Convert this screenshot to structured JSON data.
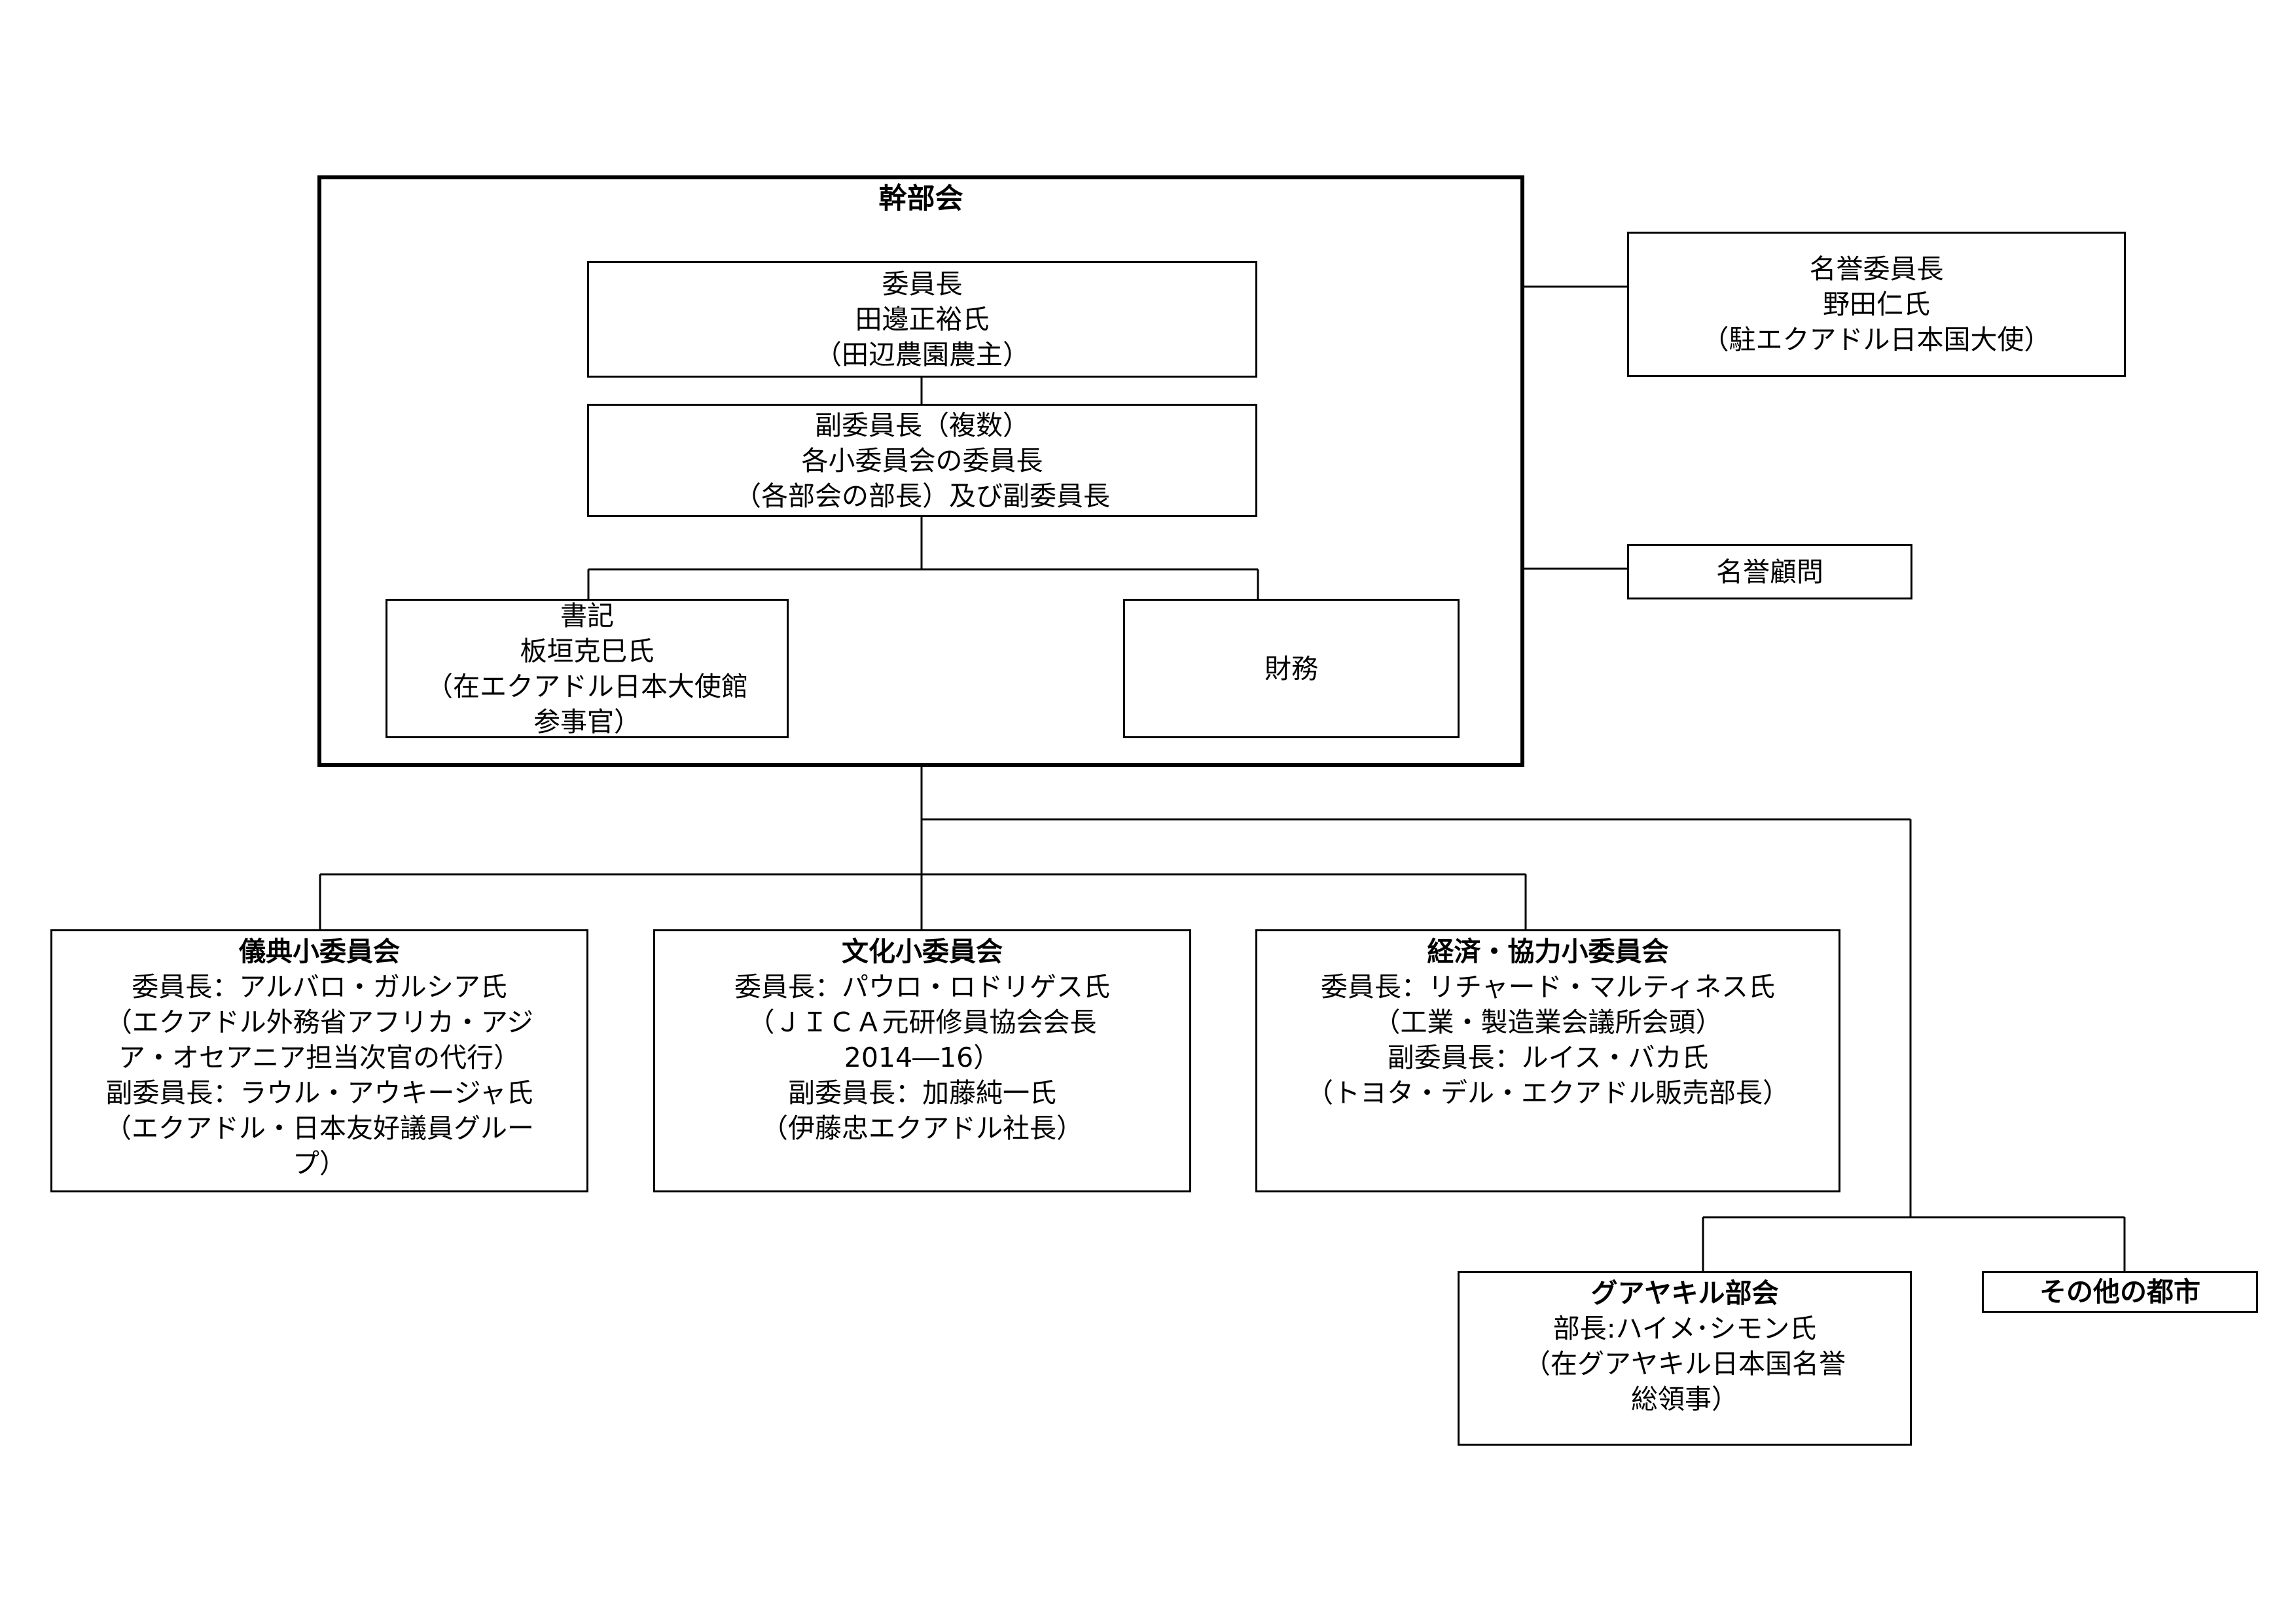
{
  "board": {
    "title": "幹部会"
  },
  "chair": {
    "lines": [
      "委員長",
      "田邊正裕氏",
      "（田辺農園農主）"
    ]
  },
  "vice_chairs": {
    "lines": [
      "副委員長（複数）",
      "各小委員会の委員長",
      "（各部会の部長）及び副委員長"
    ]
  },
  "secretary": {
    "lines": [
      "書記",
      "板垣克巳氏",
      "（在エクアドル日本大使館",
      "参事官）"
    ]
  },
  "treasury": {
    "lines": [
      "財務"
    ]
  },
  "honorary_chair": {
    "lines": [
      "名誉委員長",
      "野田仁氏",
      "（駐エクアドル日本国大使）"
    ]
  },
  "honorary_advisor": {
    "lines": [
      "名誉顧問"
    ]
  },
  "protocol": {
    "title": "儀典小委員会",
    "lines": [
      "委員長：アルバロ・ガルシア氏",
      "（エクアドル外務省アフリカ・アジ",
      "ア・オセアニア担当次官の代行）",
      "副委員長：ラウル・アウキージャ氏",
      "（エクアドル・日本友好議員グルー",
      "プ）"
    ]
  },
  "culture": {
    "title": "文化小委員会",
    "lines": [
      "委員長：パウロ・ロドリゲス氏",
      "（ＪＩＣＡ元研修員協会会長",
      "2014―16）",
      "副委員長：加藤純一氏",
      "（伊藤忠エクアドル社長）"
    ]
  },
  "economy": {
    "title": "経済・協力小委員会",
    "lines": [
      "委員長：リチャード・マルティネス氏",
      "（工業・製造業会議所会頭）",
      "副委員長：ルイス・バカ氏",
      "（トヨタ・デル・エクアドル販売部長）"
    ]
  },
  "guayaquil": {
    "title": "グアヤキル部会",
    "lines": [
      "部長:ハイメ･シモン氏",
      "（在グアヤキル日本国名誉",
      "総領事）"
    ]
  },
  "other_cities": {
    "lines": [
      "その他の都市"
    ]
  }
}
